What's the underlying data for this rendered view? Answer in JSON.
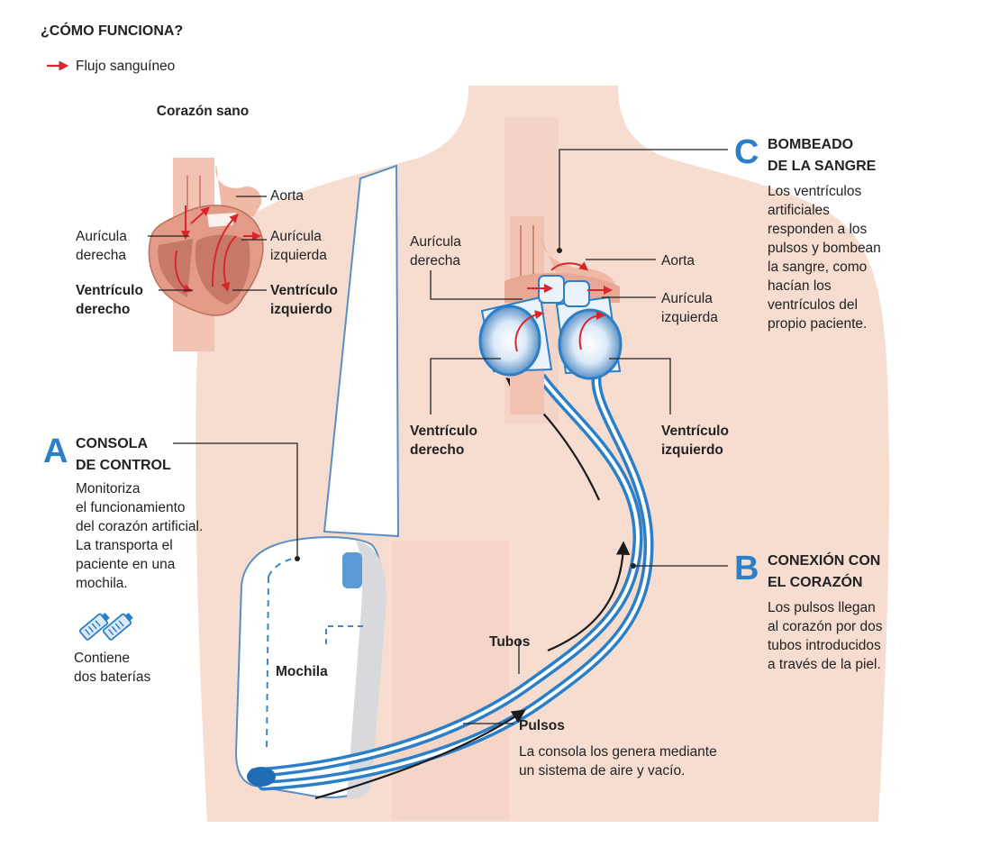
{
  "title": "¿CÓMO FUNCIONA?",
  "legend": {
    "label": "Flujo sanguíneo",
    "color": "#d9262c"
  },
  "healthy_heart": {
    "title": "Corazón sano",
    "labels": {
      "aorta": "Aorta",
      "auricula_derecha": "Aurícula derecha",
      "auricula_izquierda": "Aurícula izquierda",
      "ventriculo_derecho": "Ventrículo derecho",
      "ventriculo_izquierdo": "Ventrículo izquierdo"
    }
  },
  "artificial_heart": {
    "labels": {
      "auricula_derecha": "Aurícula derecha",
      "aorta": "Aorta",
      "auricula_izquierda": "Aurícula izquierda",
      "ventriculo_derecho": "Ventrículo derecho",
      "ventriculo_izquierdo": "Ventrículo izquierdo"
    }
  },
  "sections": {
    "a": {
      "letter": "A",
      "heading_1": "CONSOLA",
      "heading_2": "DE CONTROL",
      "body": [
        "Monitoriza",
        "el funcionamiento",
        "del corazón artificial.",
        "La transporta el",
        "paciente en una",
        "mochila."
      ],
      "battery_note": [
        "Contiene",
        "dos baterías"
      ]
    },
    "b": {
      "letter": "B",
      "heading_1": "CONEXIÓN CON",
      "heading_2": "EL CORAZÓN",
      "body": [
        "Los pulsos llegan",
        "al corazón por dos",
        "tubos introducidos",
        "a través de la piel."
      ]
    },
    "c": {
      "letter": "C",
      "heading_1": "BOMBEADO",
      "heading_2": "DE LA SANGRE",
      "body": [
        "Los ventrículos",
        "artificiales",
        "responden a los",
        "pulsos y bombean",
        "la sangre, como",
        "hacían los",
        "ventrículos del",
        "propio paciente."
      ]
    }
  },
  "labels": {
    "mochila": "Mochila",
    "tubos": "Tubos",
    "pulsos_title": "Pulsos",
    "pulsos_body": [
      "La consola los genera mediante",
      "un sistema de aire y vacío."
    ]
  },
  "colors": {
    "skin": "#f7ddd0",
    "tube_blue": "#2b7fc8",
    "accent_red": "#d9262c",
    "heart_tissue": "#e39a86"
  }
}
